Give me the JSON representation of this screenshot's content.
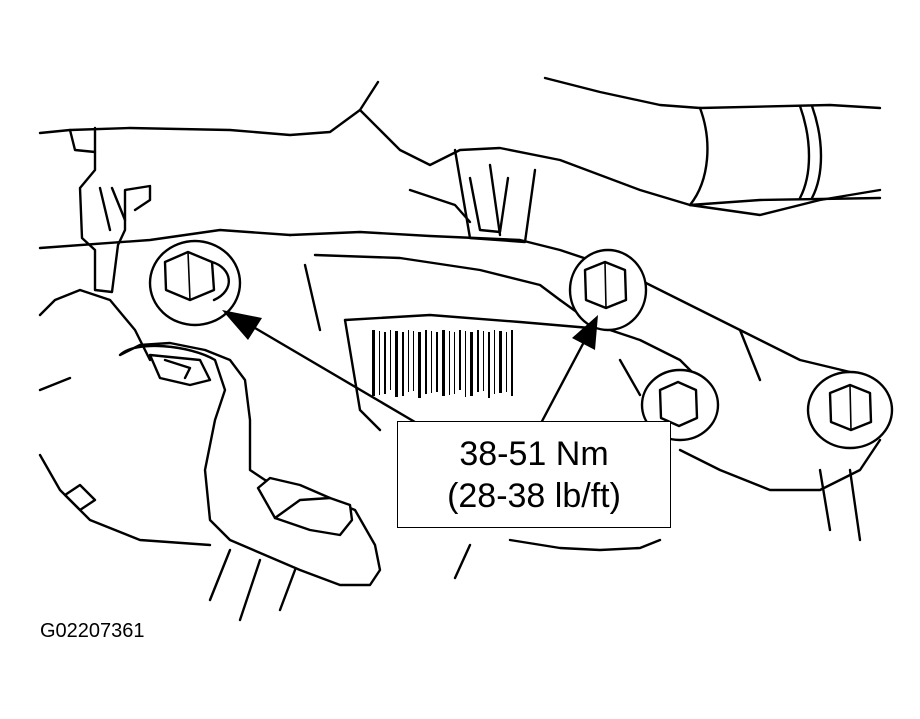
{
  "callout": {
    "torque_nm": "38-51 Nm",
    "torque_lbft": "(28-38 lb/ft)"
  },
  "figure_id": "G02207361",
  "colors": {
    "ink": "#000000",
    "paper": "#ffffff"
  }
}
